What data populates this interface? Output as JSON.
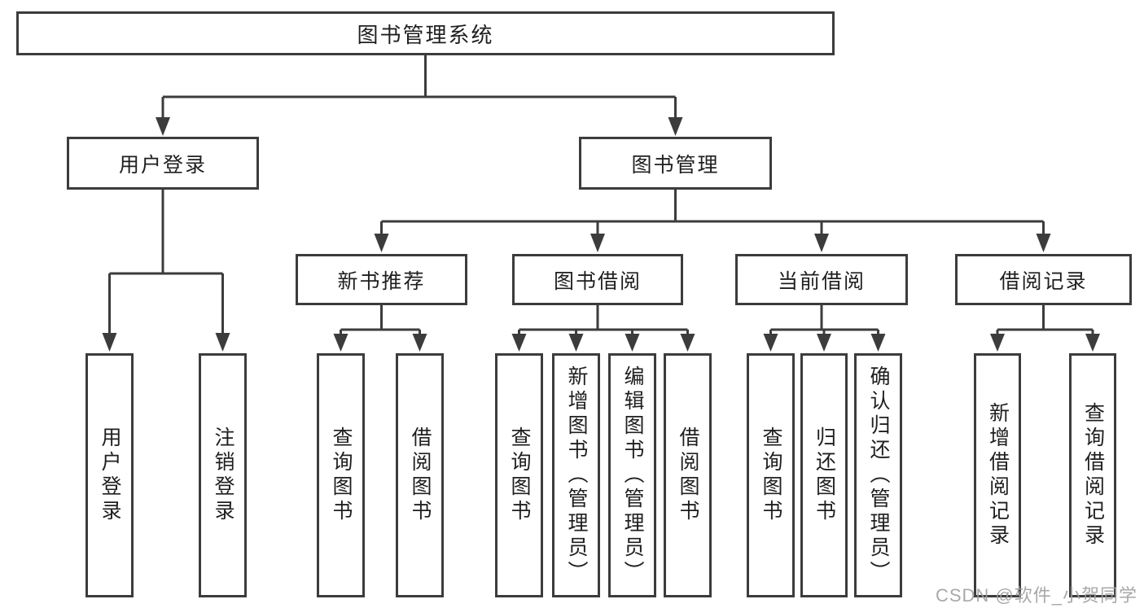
{
  "diagram": {
    "root": {
      "label": "图书管理系统"
    },
    "branches": [
      {
        "label": "用户登录",
        "children": [
          {
            "label": "用户登录"
          },
          {
            "label": "注销登录"
          }
        ]
      },
      {
        "label": "图书管理",
        "children": [
          {
            "label": "新书推荐",
            "children": [
              {
                "label": "查询图书"
              },
              {
                "label": "借阅图书"
              }
            ]
          },
          {
            "label": "图书借阅",
            "children": [
              {
                "label": "查询图书"
              },
              {
                "label": "新增图书（管理员）"
              },
              {
                "label": "编辑图书（管理员）"
              },
              {
                "label": "借阅图书"
              }
            ]
          },
          {
            "label": "当前借阅",
            "children": [
              {
                "label": "查询图书"
              },
              {
                "label": "归还图书"
              },
              {
                "label": "确认归还（管理员）"
              }
            ]
          },
          {
            "label": "借阅记录",
            "children": [
              {
                "label": "新增借阅记录"
              },
              {
                "label": "查询借阅记录"
              }
            ]
          }
        ]
      }
    ],
    "watermark": "CSDN @软件_小贺同学",
    "colors": {
      "line": "#3c3c3c",
      "text": "#1f1f1f",
      "watermark": "#9e9e9e",
      "background": "#ffffff"
    }
  }
}
